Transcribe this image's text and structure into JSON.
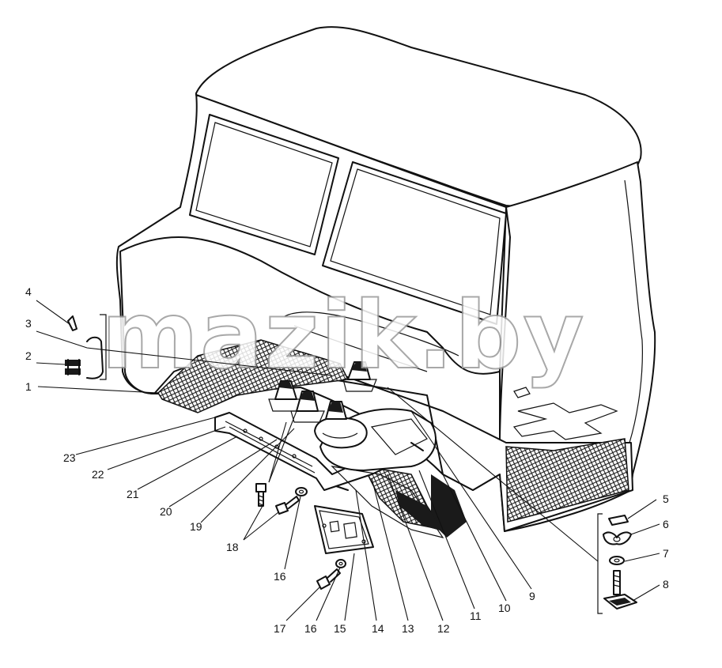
{
  "watermark": "mazik.by",
  "callouts": [
    {
      "id": "c1",
      "text": "1"
    },
    {
      "id": "c2",
      "text": "2"
    },
    {
      "id": "c3",
      "text": "3"
    },
    {
      "id": "c4",
      "text": "4"
    },
    {
      "id": "c5",
      "text": "5"
    },
    {
      "id": "c6",
      "text": "6"
    },
    {
      "id": "c7",
      "text": "7"
    },
    {
      "id": "c8",
      "text": "8"
    },
    {
      "id": "c9",
      "text": "9"
    },
    {
      "id": "c10",
      "text": "10"
    },
    {
      "id": "c11",
      "text": "11"
    },
    {
      "id": "c12",
      "text": "12"
    },
    {
      "id": "c13",
      "text": "13"
    },
    {
      "id": "c14",
      "text": "14"
    },
    {
      "id": "c15",
      "text": "15"
    },
    {
      "id": "c16a",
      "text": "16"
    },
    {
      "id": "c16b",
      "text": "16"
    },
    {
      "id": "c17",
      "text": "17"
    },
    {
      "id": "c18",
      "text": "18"
    },
    {
      "id": "c19",
      "text": "19"
    },
    {
      "id": "c20",
      "text": "20"
    },
    {
      "id": "c21",
      "text": "21"
    },
    {
      "id": "c22",
      "text": "22"
    },
    {
      "id": "c23",
      "text": "23"
    }
  ]
}
